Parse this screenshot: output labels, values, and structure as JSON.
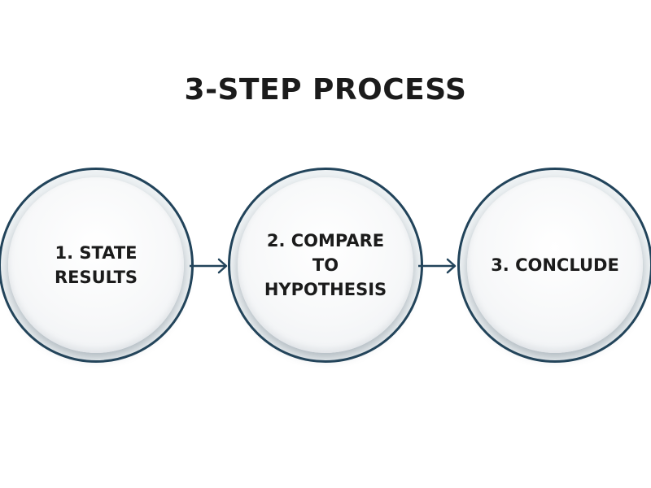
{
  "title": "3-STEP PROCESS",
  "steps": [
    {
      "label": "1. STATE\nRESULTS"
    },
    {
      "label": "2. COMPARE\nTO\nHYPOTHESIS"
    },
    {
      "label": "3. CONCLUDE"
    }
  ],
  "colors": {
    "ring": "#22445b",
    "arrow": "#22445b",
    "text": "#1b1b1b",
    "circle_fill": "#f7f8f9"
  },
  "icons": [
    "arrow-right-icon",
    "arrow-right-icon"
  ]
}
